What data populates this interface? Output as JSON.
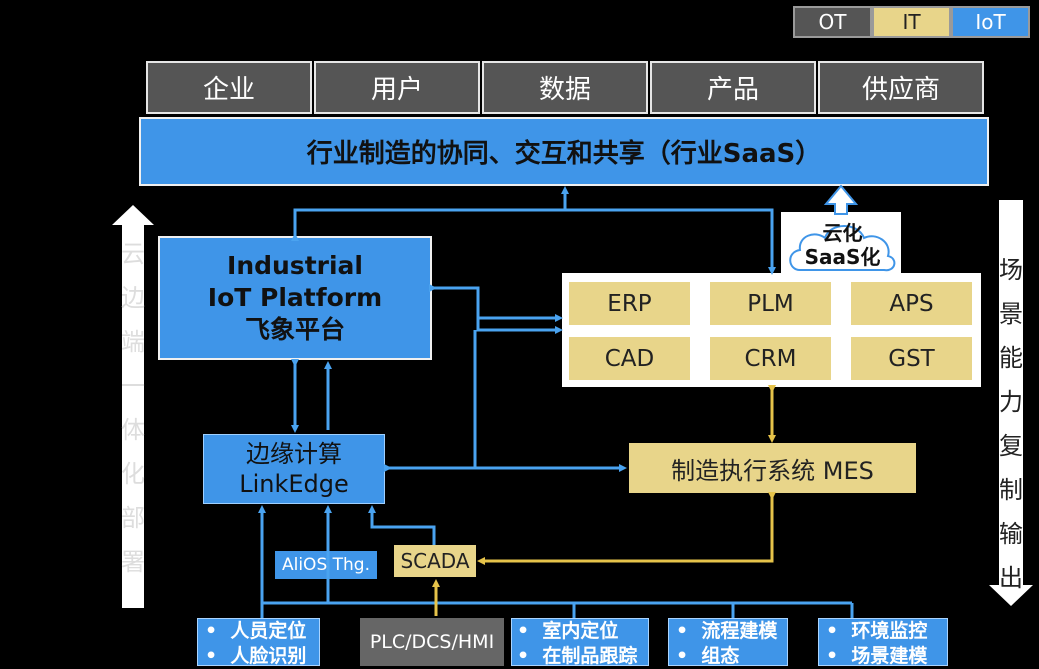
{
  "legend": {
    "ot": "OT",
    "it": "IT",
    "iot": "IoT"
  },
  "stakeholders": [
    "企业",
    "用户",
    "数据",
    "产品",
    "供应商"
  ],
  "saas_bar": "行业制造的协同、交互和共享（行业SaaS）",
  "cloud": {
    "line1": "云化",
    "line2": "SaaS化"
  },
  "platform": {
    "line1": "Industrial",
    "line2": "IoT Platform",
    "line3": "飞象平台"
  },
  "apps": [
    "ERP",
    "PLM",
    "APS",
    "CAD",
    "CRM",
    "GST"
  ],
  "edge": {
    "line1": "边缘计算",
    "line2": "LinkEdge"
  },
  "mes": "制造执行系统 MES",
  "alios": "AliOS Thg.",
  "scada": "SCADA",
  "left_vertical": [
    "云",
    "边",
    "端",
    "一",
    "体",
    "化",
    "部",
    "署"
  ],
  "right_vertical": [
    "场",
    "景",
    "能",
    "力",
    "复",
    "制",
    "输",
    "出"
  ],
  "bottom": {
    "b1": [
      "人员定位",
      "人脸识别"
    ],
    "plc": "PLC/DCS/HMI",
    "b3": [
      "室内定位",
      "在制品跟踪"
    ],
    "b4": [
      "流程建模",
      "组态"
    ],
    "b5": [
      "环境监控",
      "场景建模"
    ]
  },
  "colors": {
    "blue": "#3f95e8",
    "tan": "#e8d58a",
    "gray": "#555555",
    "arrow_blue": "#4aa3f0",
    "arrow_gold": "#e6c34a"
  }
}
